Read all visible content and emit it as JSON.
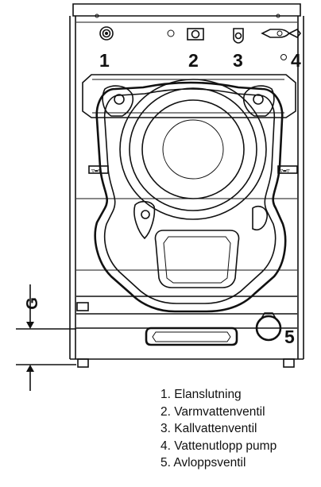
{
  "callouts": {
    "c1": "1",
    "c2": "2",
    "c3": "3",
    "c4": "4",
    "c5": "5"
  },
  "dimension_label": "G",
  "legend": [
    "1. Elanslutning",
    "2. Varmvattenventil",
    "3. Kallvattenventil",
    "4. Vattenutlopp pump",
    "5. Avloppsventil"
  ],
  "colors": {
    "line": "#111111",
    "background": "#ffffff"
  },
  "icons": [
    "electrical-connector-icon",
    "hot-water-valve-icon",
    "cold-water-valve-icon",
    "pump-outlet-icon",
    "drain-valve-icon"
  ]
}
